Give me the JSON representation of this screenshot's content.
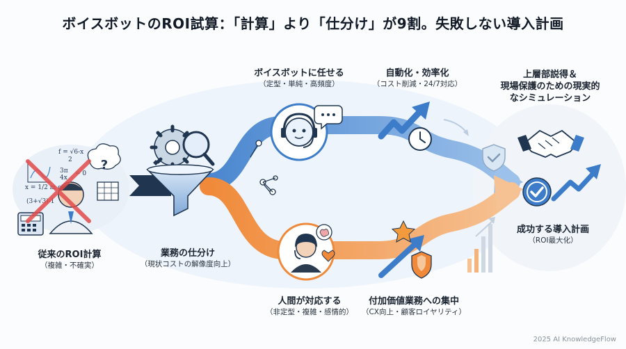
{
  "title": "ボイスボットのROI試算：「計算」より「仕分け」が9割。失敗しない導入計画",
  "nodes": {
    "old_roi": {
      "main": "従来のROI計算",
      "sub": "（複雑・不確実）"
    },
    "sorting": {
      "main": "業務の仕分け",
      "sub": "（現状コストの解像度向上）"
    },
    "voicebot": {
      "main": "ボイスボットに任せる",
      "sub": "（定型・単純・高頻度）"
    },
    "automation": {
      "main": "自動化・効率化",
      "sub": "（コスト削減・24/7対応）"
    },
    "executive": {
      "line1": "上層部説得＆",
      "line2": "現場保護のための現実的",
      "line3": "なシミュレーション"
    },
    "success": {
      "main": "成功する導入計画",
      "sub": "（ROI最大化）"
    },
    "human": {
      "main": "人間が対応する",
      "sub": "（非定型・複雑・感情的）"
    },
    "value": {
      "main": "付加価値業務への集中",
      "sub": "（CX向上・顧客ロイヤリティ）"
    }
  },
  "formula_text": {
    "f": "f = √6-x",
    "two": "2",
    "frac": "3π",
    "four": "4x",
    "eq": "= 0",
    "x": "x = 1/2 m c²",
    "root": "(3+√3)-1"
  },
  "colors": {
    "blue": "#3d7cc9",
    "blue_light": "#a9c8ec",
    "orange": "#ee8a3c",
    "orange_light": "#f7c79c",
    "navy": "#1f3550",
    "red": "#e24b4b"
  },
  "footer": "2025 AI KnowledgeFlow"
}
